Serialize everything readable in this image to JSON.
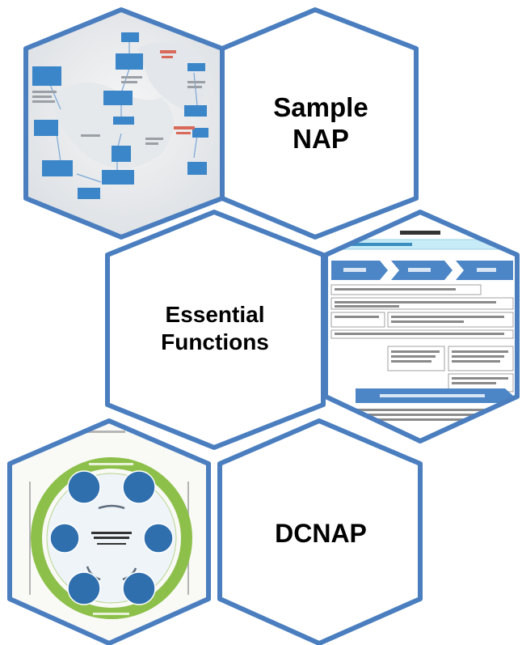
{
  "tiles": {
    "sample_nap": {
      "line1": "Sample",
      "line2": "NAP"
    },
    "essential_functions": {
      "line1": "Essential",
      "line2": "Functions"
    },
    "dcnap": {
      "label": "DCNAP"
    }
  },
  "thumbnails": {
    "sample_nap_image": "flowchart-map-thumbnail",
    "essential_functions_image": "essential-functions-table-thumbnail",
    "dcnap_image": "circular-process-diagram-thumbnail"
  },
  "colors": {
    "outline": "#4a7ebf",
    "box_fill": "#3b86c8",
    "ring_green": "#8dc04a"
  }
}
